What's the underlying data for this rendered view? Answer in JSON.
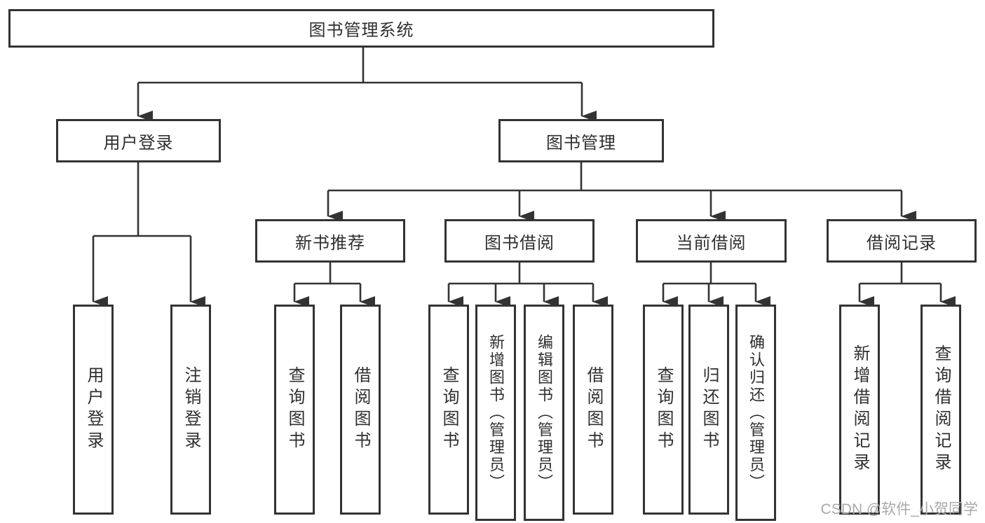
{
  "tree": {
    "label": "图书管理系统",
    "children": [
      {
        "label": "用户登录",
        "children": [
          {
            "label": "用户登录"
          },
          {
            "label": "注销登录"
          }
        ]
      },
      {
        "label": "图书管理",
        "children": [
          {
            "label": "新书推荐",
            "children": [
              {
                "label": "查询图书"
              },
              {
                "label": "借阅图书"
              }
            ]
          },
          {
            "label": "图书借阅",
            "children": [
              {
                "label": "查询图书"
              },
              {
                "label": "新增图书（管理员）"
              },
              {
                "label": "编辑图书（管理员）"
              },
              {
                "label": "借阅图书"
              }
            ]
          },
          {
            "label": "当前借阅",
            "children": [
              {
                "label": "查询图书"
              },
              {
                "label": "归还图书"
              },
              {
                "label": "确认归还（管理员）"
              }
            ]
          },
          {
            "label": "借阅记录",
            "children": [
              {
                "label": "新增借阅记录"
              },
              {
                "label": "查询借阅记录"
              }
            ]
          }
        ]
      }
    ]
  },
  "watermark": {
    "text": "CSDN @软件_小贺同学"
  },
  "colors": {
    "line": "#333333",
    "box_border": "#333333",
    "text": "#2f2f2f",
    "watermark": "#a9a9a9",
    "background": "#ffffff"
  }
}
